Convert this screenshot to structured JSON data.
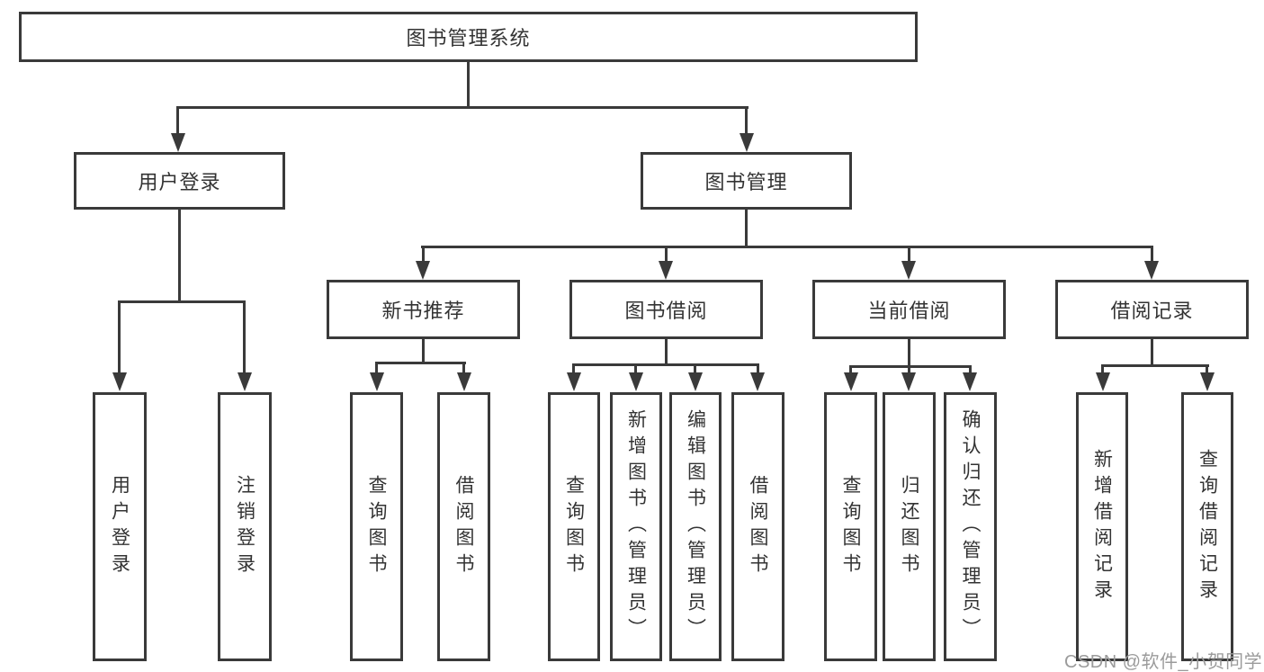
{
  "diagram": {
    "root": "图书管理系统",
    "level2": {
      "user_login": "用户登录",
      "book_mgmt": "图书管理"
    },
    "level3": {
      "new_books": "新书推荐",
      "borrowing": "图书借阅",
      "current": "当前借阅",
      "records": "借阅记录"
    },
    "leaves": {
      "login": "用户登录",
      "logout": "注销登录",
      "nb_query": "查询图书",
      "nb_borrow": "借阅图书",
      "bw_query": "查询图书",
      "bw_add": "新增图书（管理员）",
      "bw_edit": "编辑图书（管理员）",
      "bw_borrow": "借阅图书",
      "cu_query": "查询图书",
      "cu_return": "归还图书",
      "cu_confirm": "确认归还（管理员）",
      "rc_add": "新增借阅记录",
      "rc_query": "查询借阅记录"
    },
    "watermark": "CSDN @软件_小贺同学"
  }
}
